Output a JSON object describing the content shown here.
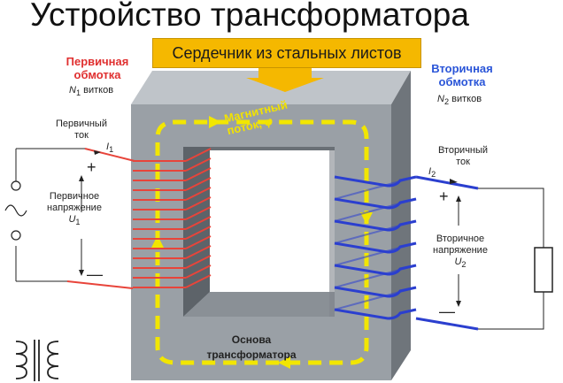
{
  "title": "Устройство трансформатора",
  "callout": "Сердечник из стальных листов",
  "primary": {
    "winding_line1": "Первичная",
    "winding_line2": "обмотка",
    "turns_var": "N",
    "turns_sub": "1",
    "turns_word": "витков",
    "current_line1": "Первичный",
    "current_line2": "ток",
    "current_var": "I",
    "current_sub": "1",
    "voltage_line1": "Первичное",
    "voltage_line2": "напряжение",
    "voltage_var": "U",
    "voltage_sub": "1",
    "plus": "+",
    "minus": "—"
  },
  "secondary": {
    "winding_line1": "Вторичная",
    "winding_line2": "обмотка",
    "turns_var": "N",
    "turns_sub": "2",
    "turns_word": "витков",
    "current_line1": "Вторичный",
    "current_line2": "ток",
    "current_var": "I",
    "current_sub": "2",
    "voltage_line1": "Вторичное",
    "voltage_line2": "напряжение",
    "voltage_var": "U",
    "voltage_sub": "2",
    "plus": "+",
    "minus": "—"
  },
  "flux": {
    "line1": "Магнитный",
    "line2": "поток,",
    "symbol": "φ"
  },
  "base": {
    "line1": "Основа",
    "line2": "трансформатора"
  },
  "colors": {
    "core": "#8a9096",
    "core_front": "#9da3a9",
    "primary_coil": "#e8443a",
    "secondary_coil": "#2b3fcf",
    "flux": "#f2e600",
    "callout": "#f5b800"
  }
}
